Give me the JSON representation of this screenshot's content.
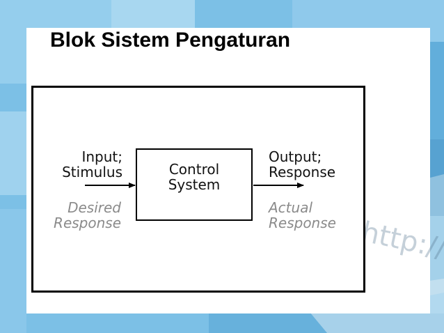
{
  "slide": {
    "title": "Blok Sistem Pengaturan",
    "watermark": "http://www",
    "colors": {
      "background": "#7cc0e6",
      "panel": "#ffffff",
      "frame": "#000000",
      "muted_text": "#8a8a8a"
    }
  },
  "diagram": {
    "input_label_line1": "Input;",
    "input_label_line2": "Stimulus",
    "desired_label_line1": "Desired",
    "desired_label_line2": "Response",
    "block_label_line1": "Control",
    "block_label_line2": "System",
    "output_label_line1": "Output;",
    "output_label_line2": "Response",
    "actual_label_line1": "Actual",
    "actual_label_line2": "Response"
  }
}
